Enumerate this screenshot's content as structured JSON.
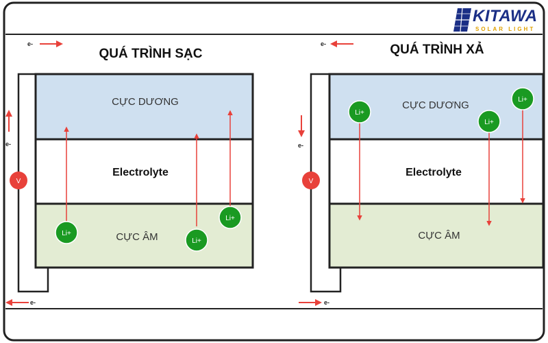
{
  "brand": {
    "name": "KITAWA",
    "tagline": "SOLAR LIGHT",
    "colors": {
      "navy": "#1b2f86",
      "gold": "#e0a100"
    }
  },
  "colors": {
    "positive_layer": "#cfe0f0",
    "electrolyte_layer": "#ffffff",
    "negative_layer": "#e3ecd3",
    "ion": "#1a9a22",
    "arrow": "#e8413a",
    "voltmeter": "#e8413a",
    "frame": "#222222"
  },
  "panels": [
    {
      "title": "QUÁ TRÌNH SẠC",
      "positive_label": "CỰC DƯƠNG",
      "electrolyte_label": "Electrolyte",
      "negative_label": "CỰC ÂM",
      "ion_label": "Li+",
      "voltmeter_label": "V",
      "electron_label": "e-",
      "electron_direction": "up",
      "ion_direction": "up",
      "ion_count": 3
    },
    {
      "title": "QUÁ TRÌNH XẢ",
      "positive_label": "CỰC DƯƠNG",
      "electrolyte_label": "Electrolyte",
      "negative_label": "CỰC ÂM",
      "ion_label": "Li+",
      "voltmeter_label": "V",
      "electron_label": "e-",
      "electron_direction": "down",
      "ion_direction": "down",
      "ion_count": 3
    }
  ]
}
